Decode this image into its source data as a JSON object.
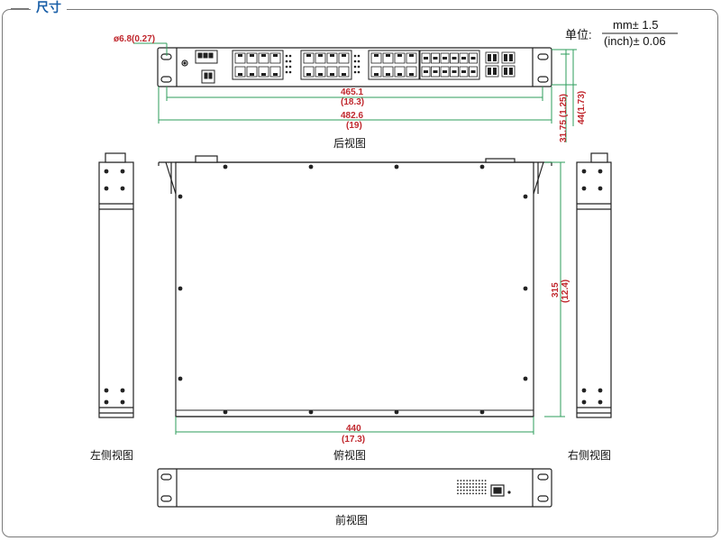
{
  "section_title": "尺寸",
  "units": {
    "label": "单位:",
    "top_line": "mm±  1.5",
    "bottom_line": "(inch)±  0.06"
  },
  "views": {
    "rear": "后视图",
    "top": "俯视图",
    "left": "左侧视图",
    "right": "右侧视图",
    "front": "前视图"
  },
  "dimensions": {
    "hole": "ø6.8(0.27)",
    "width_inner_mm": "465.1",
    "width_inner_in": "(18.3)",
    "width_outer_mm": "482.6",
    "width_outer_in": "(19)",
    "height_ear": "31.75 (1.25)",
    "height_total": "44(1.73)",
    "depth_mm": "315",
    "depth_in": "(12.4)",
    "body_width_mm": "440",
    "body_width_in": "(17.3)"
  },
  "colors": {
    "dimension_line": "#2e9e5b",
    "dimension_text": "#c0272d",
    "title": "#1a5fa8",
    "outline": "#222222"
  }
}
